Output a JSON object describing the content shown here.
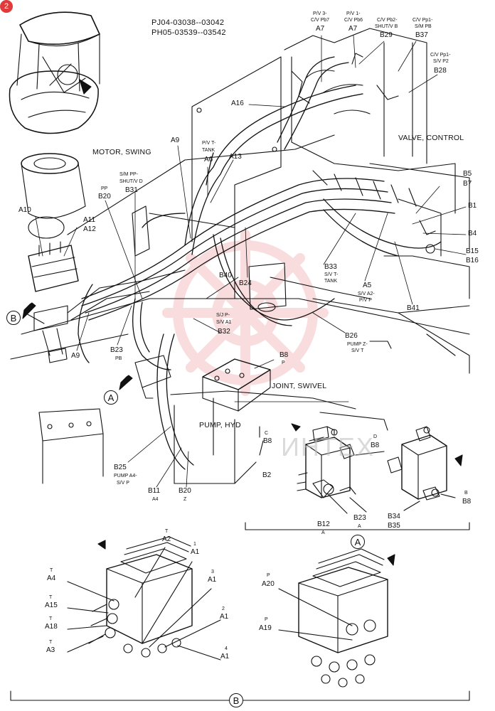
{
  "corner_badge": "2",
  "watermark": "ИНТЕХ",
  "header": {
    "line1": "PJ04-03038--03042",
    "line2": "PH05-03539--03542"
  },
  "section_labels": {
    "motor_swing": "MOTOR, SWING",
    "valve_control": "VALVE, CONTROL",
    "joint_swivel": "JOINT, SWIVEL",
    "pump_hyd": "PUMP, HYD"
  },
  "callouts": {
    "a": "A",
    "b": "B",
    "a_bottom": "A",
    "b_bottom": "B"
  },
  "labels": {
    "a7_1_top": "P/V 3-",
    "a7_1_mid": "C/V Pb7",
    "a7_1": "A7",
    "a7_2_top": "P/V 1-",
    "a7_2_mid": "C/V Pb6",
    "a7_2": "A7",
    "b29_top": "C/V Pb2-",
    "b29_mid": "SHUT/V B",
    "b29": "B29",
    "b37_top": "C/V Pp1-",
    "b37_mid": "S/M PB",
    "b37": "B37",
    "b28_top": "C/V Pp1-",
    "b28_mid": "S/V P2",
    "b28": "B28",
    "a16": "A16",
    "a9_top": "A9",
    "a6_top": "P/V T-",
    "a6_mid": "TANK",
    "a6": "A6",
    "a13": "A13",
    "b31_top": "S/M PP-",
    "b31_mid": "SHUT/V D",
    "b31": "B31",
    "b20_top": "PP",
    "b20": "B20",
    "a10": "A10",
    "a11": "A11",
    "a12": "A12",
    "b5": "B5",
    "b7": "B7",
    "b1": "B1",
    "b4": "B4",
    "b15": "B15",
    "b16": "B16",
    "b40": "B40",
    "b24": "B24",
    "b33": "B33",
    "b33_l1": "S/V T-",
    "b33_l2": "TANK",
    "a5": "A5",
    "a5_l1": "S/V A2-",
    "a5_l2": "P/V P",
    "b41": "B41",
    "b32_top": "S/J P-",
    "b32_mid": "S/V A1",
    "b32": "B32",
    "b26": "B26",
    "b26_l1": "PUMP Z-",
    "b26_l2": "S/V T",
    "b8_mid": "B8",
    "b8_mid_sub": "P",
    "b23_top": "B23",
    "b23_sub": "PB",
    "a9_bottom": "A9",
    "b25": "B25",
    "b25_l1": "PUMP A4-",
    "b25_l2": "S/V P",
    "b11": "B11",
    "b11_sub": "A4",
    "b20_bottom": "B20",
    "b20_bottom_sub": "Z",
    "b8_c_sup": "C",
    "b8_c": "B8",
    "b8_d_sup": "D",
    "b8_d": "B8",
    "b2": "B2",
    "b12": "B12",
    "b12_sub": "A",
    "b23_bottom": "B23",
    "b23_bottom_sub": "A",
    "b34": "B34",
    "b35": "B35",
    "b8_b_sup": "B",
    "b8_b": "B8",
    "a2_sup": "T",
    "a2": "A2",
    "a1_1_sup": "1",
    "a1_1": "A1",
    "a4_sup": "T",
    "a4": "A4",
    "a1_3_sup": "3",
    "a1_3": "A1",
    "a15_sup": "T",
    "a15": "A15",
    "a1_2_sup": "2",
    "a1_2": "A1",
    "a18_sup": "T",
    "a18": "A18",
    "a3_sup": "T",
    "a3": "A3",
    "a1_4_sup": "4",
    "a1_4": "A1",
    "a20_sup": "P",
    "a20": "A20",
    "a19_sup": "P",
    "a19": "A19"
  },
  "colors": {
    "line": "#111111",
    "badge": "#e03a3a",
    "watermark": "#e8646a"
  }
}
